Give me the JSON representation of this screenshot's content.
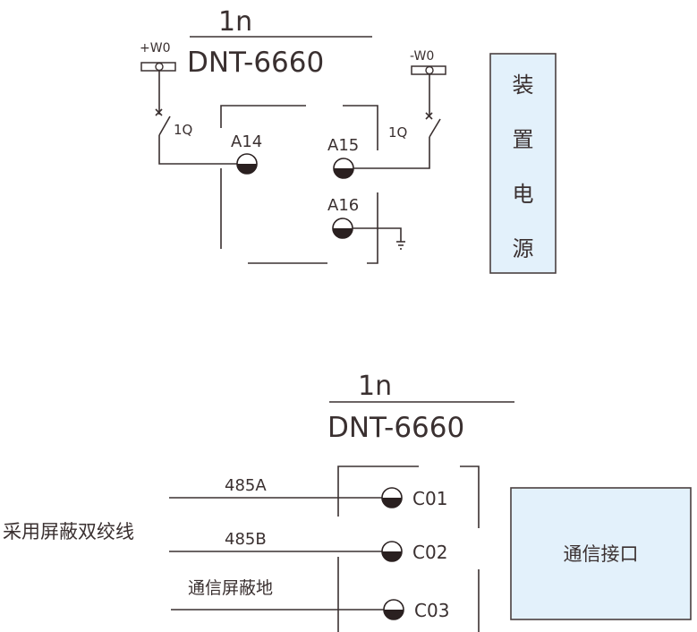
{
  "power_section": {
    "device_unit": "1n",
    "device_model": "DNT-6660",
    "positive_supply_label": "+W0",
    "negative_supply_label": "-W0",
    "breaker_left_label": "1Q",
    "breaker_right_label": "1Q",
    "terminals": [
      {
        "id": "A14"
      },
      {
        "id": "A15"
      },
      {
        "id": "A16"
      }
    ],
    "target_box": {
      "chars": [
        "装",
        "置",
        "电",
        "源"
      ],
      "fill_color": "#e3f1fb"
    }
  },
  "comm_section": {
    "device_unit": "1n",
    "device_model": "DNT-6660",
    "cable_note": "采用屏蔽双绞线",
    "lines": [
      {
        "label": "485A",
        "terminal": "C01"
      },
      {
        "label": "485B",
        "terminal": "C02"
      },
      {
        "label": "通信屏蔽地",
        "terminal": "C03"
      }
    ],
    "target_box": {
      "label": "通信接口",
      "fill_color": "#e3f1fb"
    }
  }
}
